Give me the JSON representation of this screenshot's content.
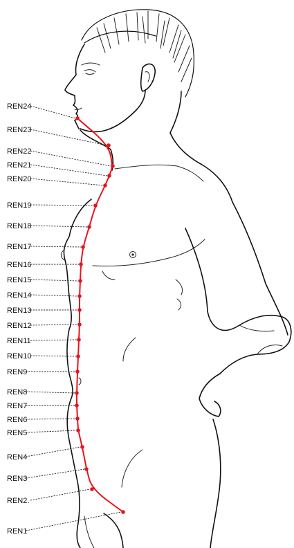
{
  "meridian": {
    "line_color": "#e8141c",
    "point_color": "#e8141c",
    "points": [
      {
        "label": "REN24"
      },
      {
        "label": "REN23"
      },
      {
        "label": "REN22"
      },
      {
        "label": "REN21"
      },
      {
        "label": "REN20"
      },
      {
        "label": "REN19"
      },
      {
        "label": "REN18"
      },
      {
        "label": "REN17"
      },
      {
        "label": "REN16"
      },
      {
        "label": "REN15"
      },
      {
        "label": "REN14"
      },
      {
        "label": "REN13"
      },
      {
        "label": "REN12"
      },
      {
        "label": "REN11"
      },
      {
        "label": "REN10"
      },
      {
        "label": "REN9"
      },
      {
        "label": "REN8"
      },
      {
        "label": "REN7"
      },
      {
        "label": "REN6"
      },
      {
        "label": "REN5"
      },
      {
        "label": "REN4"
      },
      {
        "label": "REN3"
      },
      {
        "label": "REN2."
      },
      {
        "label": "REN1"
      }
    ]
  }
}
